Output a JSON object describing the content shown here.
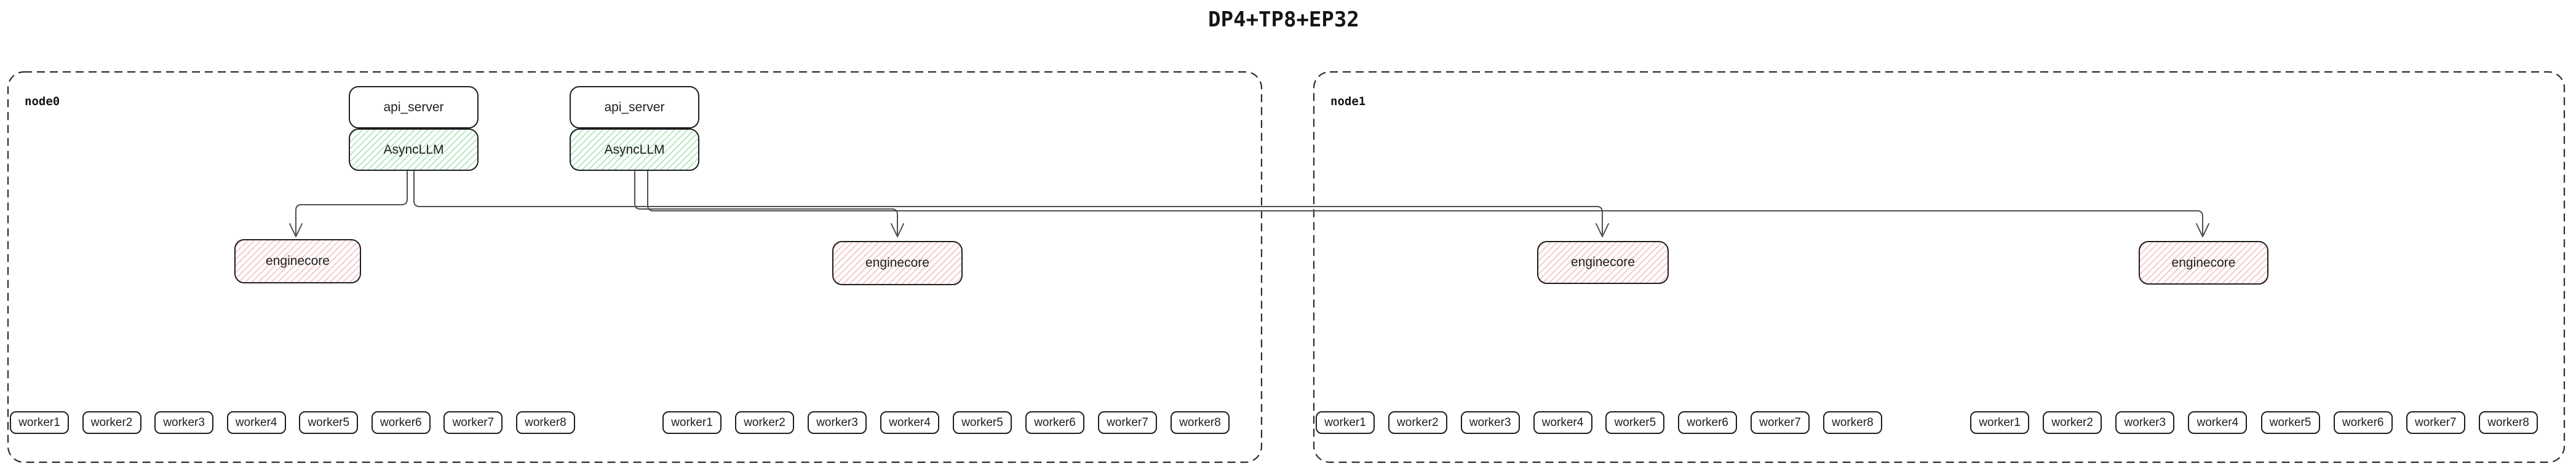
{
  "title": "DP4+TP8+EP32",
  "colors": {
    "background": "#ffffff",
    "box_border": "#1e1e1e",
    "node_border": "#2d2d2d",
    "edge": "#4f4f4f",
    "async_llm_hatch": "#7dd694",
    "enginecore_hatch": "#ee9696"
  },
  "node0": {
    "label": "node0",
    "pairs": [
      {
        "api_server": "api_server",
        "async_llm": "AsyncLLM"
      },
      {
        "api_server": "api_server",
        "async_llm": "AsyncLLM"
      }
    ],
    "enginecores": [
      "enginecore",
      "enginecore"
    ],
    "worker_groups": [
      [
        "worker1",
        "worker2",
        "worker3",
        "worker4",
        "worker5",
        "worker6",
        "worker7",
        "worker8"
      ],
      [
        "worker1",
        "worker2",
        "worker3",
        "worker4",
        "worker5",
        "worker6",
        "worker7",
        "worker8"
      ]
    ]
  },
  "node1": {
    "label": "node1",
    "enginecores": [
      "enginecore",
      "enginecore"
    ],
    "worker_groups": [
      [
        "worker1",
        "worker2",
        "worker3",
        "worker4",
        "worker5",
        "worker6",
        "worker7",
        "worker8"
      ],
      [
        "worker1",
        "worker2",
        "worker3",
        "worker4",
        "worker5",
        "worker6",
        "worker7",
        "worker8"
      ]
    ]
  }
}
